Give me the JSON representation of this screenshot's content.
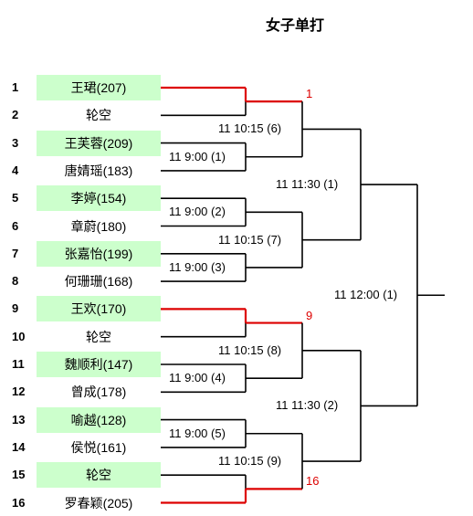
{
  "title": "女子单打",
  "players": [
    {
      "seed": "1",
      "name": "王珺(207)",
      "shaded": true,
      "advanced": true
    },
    {
      "seed": "2",
      "name": "轮空",
      "shaded": false,
      "advanced": false
    },
    {
      "seed": "3",
      "name": "王芙蓉(209)",
      "shaded": true,
      "advanced": false
    },
    {
      "seed": "4",
      "name": "唐婧瑶(183)",
      "shaded": false,
      "advanced": false
    },
    {
      "seed": "5",
      "name": "李婷(154)",
      "shaded": true,
      "advanced": false
    },
    {
      "seed": "6",
      "name": "章蔚(180)",
      "shaded": false,
      "advanced": false
    },
    {
      "seed": "7",
      "name": "张嘉怡(199)",
      "shaded": true,
      "advanced": false
    },
    {
      "seed": "8",
      "name": "何珊珊(168)",
      "shaded": false,
      "advanced": false
    },
    {
      "seed": "9",
      "name": "王欢(170)",
      "shaded": true,
      "advanced": true
    },
    {
      "seed": "10",
      "name": "轮空",
      "shaded": false,
      "advanced": false
    },
    {
      "seed": "11",
      "name": "魏顺利(147)",
      "shaded": true,
      "advanced": false
    },
    {
      "seed": "12",
      "name": "曾成(178)",
      "shaded": false,
      "advanced": false
    },
    {
      "seed": "13",
      "name": "喻越(128)",
      "shaded": true,
      "advanced": false
    },
    {
      "seed": "14",
      "name": "侯悦(161)",
      "shaded": false,
      "advanced": false
    },
    {
      "seed": "15",
      "name": "轮空",
      "shaded": true,
      "advanced": false
    },
    {
      "seed": "16",
      "name": "罗春颖(205)",
      "shaded": false,
      "advanced": true
    }
  ],
  "round1": [
    {
      "players": [
        1,
        2
      ],
      "label": "",
      "advance": "1"
    },
    {
      "players": [
        3,
        4
      ],
      "label": "11 9:00 (1)",
      "advance": ""
    },
    {
      "players": [
        5,
        6
      ],
      "label": "11 9:00 (2)",
      "advance": ""
    },
    {
      "players": [
        7,
        8
      ],
      "label": "11 9:00 (3)",
      "advance": ""
    },
    {
      "players": [
        9,
        10
      ],
      "label": "",
      "advance": "9"
    },
    {
      "players": [
        11,
        12
      ],
      "label": "11 9:00 (4)",
      "advance": ""
    },
    {
      "players": [
        13,
        14
      ],
      "label": "11 9:00 (5)",
      "advance": ""
    },
    {
      "players": [
        15,
        16
      ],
      "label": "",
      "advance": "16"
    }
  ],
  "round2": [
    {
      "label": "11 10:15 (6)"
    },
    {
      "label": "11 10:15 (7)"
    },
    {
      "label": "11 10:15 (8)"
    },
    {
      "label": "11 10:15 (9)"
    }
  ],
  "round3": [
    {
      "label": "11 11:30 (1)"
    },
    {
      "label": "11 11:30 (2)"
    }
  ],
  "final": {
    "label": "11 12:00 (1)"
  },
  "colors": {
    "winner_line": "#dd0000",
    "line": "#000000",
    "shade": "#ccffcc"
  }
}
